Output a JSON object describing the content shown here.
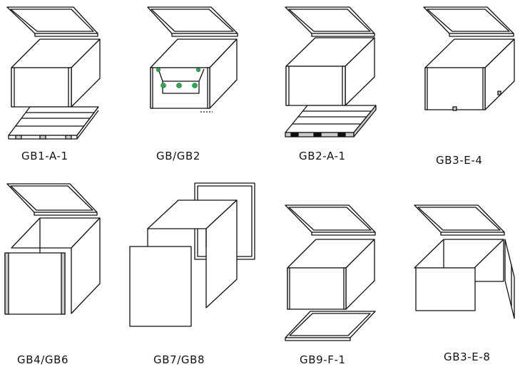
{
  "items": [
    {
      "label": "GB1-A-1"
    },
    {
      "label": "GB/GB2"
    },
    {
      "label": "GB2-A-1"
    },
    {
      "label": "GB3-E-4"
    },
    {
      "label": "GB4/GB6"
    },
    {
      "label": "GB7/GB8"
    },
    {
      "label": "GB9-F-1"
    },
    {
      "label": "GB3-E-8"
    }
  ],
  "colors": {
    "line": "#111111",
    "fill": "#ffffff",
    "dot": "#2fa84f",
    "shade": "#cccccc"
  }
}
